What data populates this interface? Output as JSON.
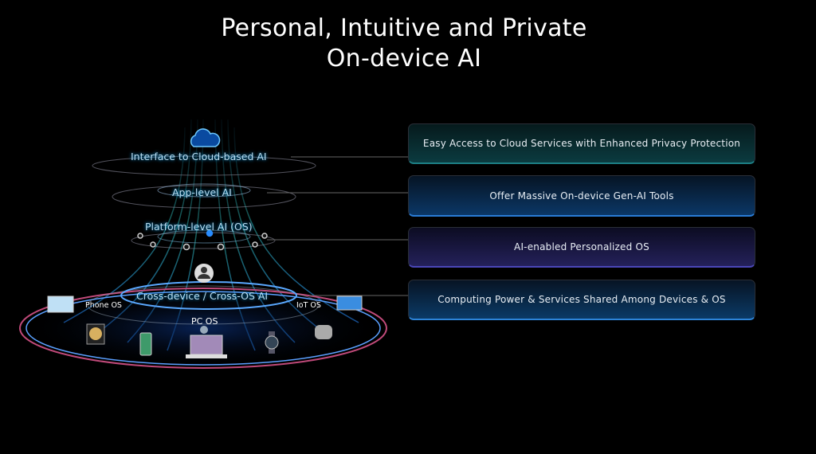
{
  "title": {
    "line1": "Personal, Intuitive and Private",
    "line2": "On-device AI"
  },
  "layers": [
    {
      "label": "Interface to Cloud-based AI",
      "description": "Easy Access to Cloud Services with Enhanced Privacy Protection"
    },
    {
      "label": "App-level AI",
      "description": "Offer Massive On-device Gen-AI Tools"
    },
    {
      "label": "Platform-level AI (OS)",
      "description": "AI-enabled Personalized OS"
    },
    {
      "label": "Cross-device / Cross-OS AI",
      "description": "Computing Power & Services Shared Among Devices & OS"
    }
  ],
  "os_labels": {
    "phone": "Phone OS",
    "pc": "PC OS",
    "iot": "IoT OS"
  },
  "colors": {
    "cloud_box": "#0b3b40",
    "app_box": "#0b3766",
    "platform_box": "#24215a",
    "cross_box": "#0b3a66"
  }
}
